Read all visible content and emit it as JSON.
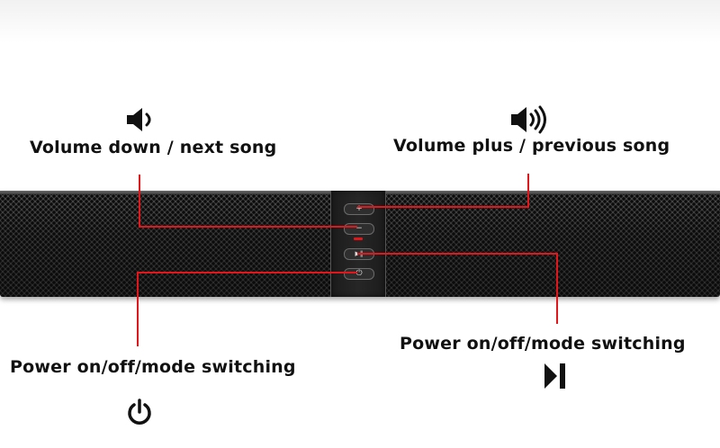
{
  "labels": {
    "volume_down": "Volume down / next song",
    "volume_plus": "Volume plus / previous song",
    "power_left": "Power on/off/mode switching",
    "power_right": "Power on/off/mode switching"
  },
  "buttons": {
    "plus_glyph": "+",
    "minus_glyph": "−",
    "play_glyph": "▶‖",
    "power_glyph": "⏻"
  },
  "icons": {
    "volume_down": "speaker-low-icon",
    "volume_plus": "speaker-high-icon",
    "power": "power-icon",
    "play_next": "play-pause-icon"
  },
  "colors": {
    "leader_line": "#e2161b",
    "led": "#e0161b",
    "text": "#111111"
  }
}
